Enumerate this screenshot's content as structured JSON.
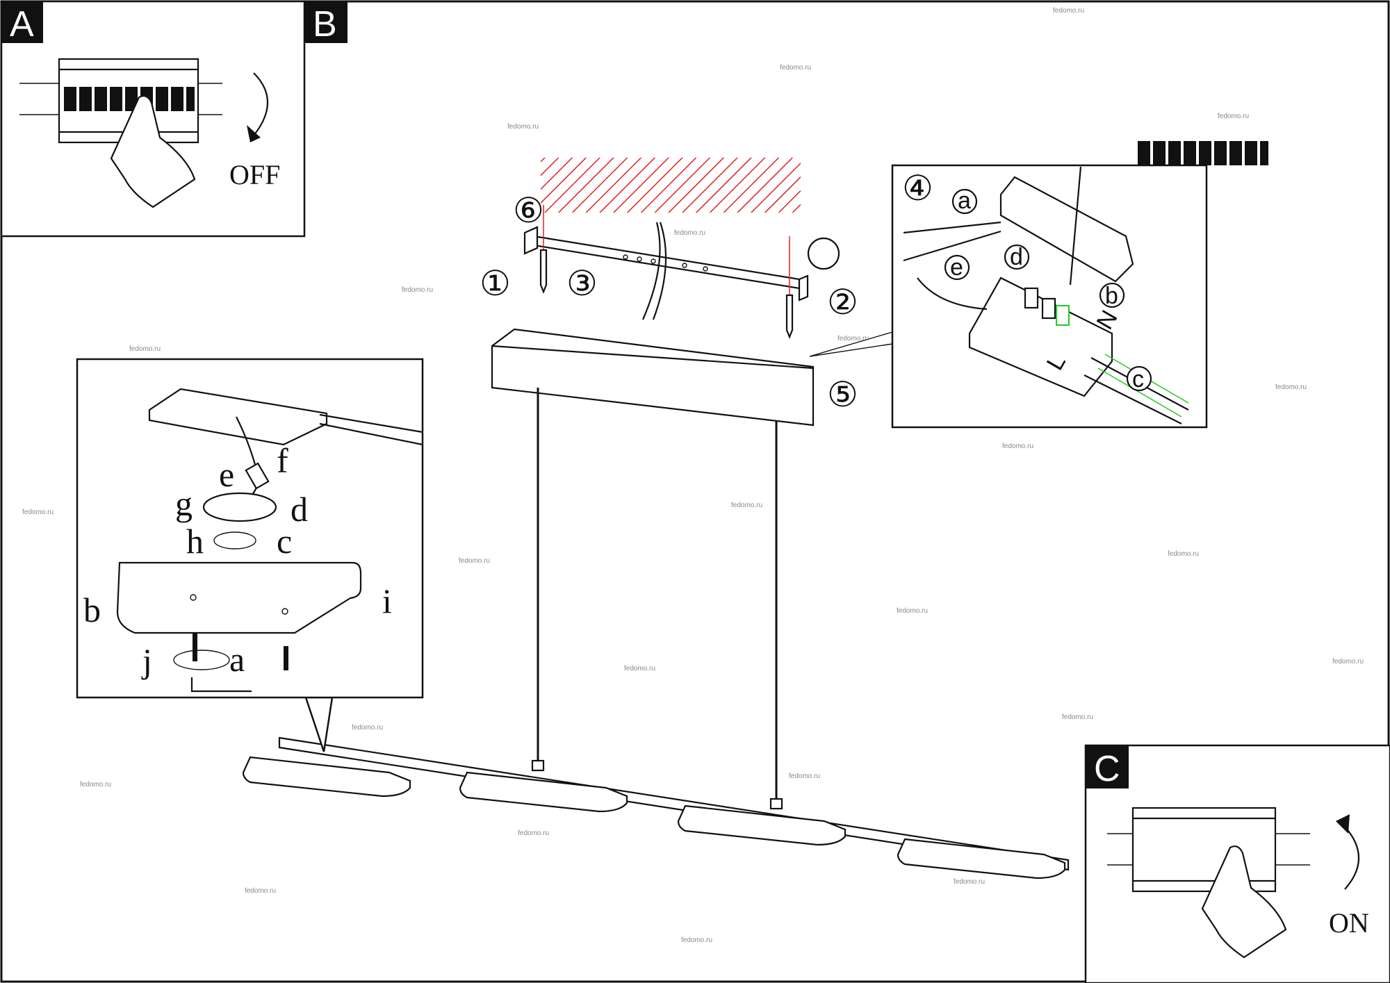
{
  "panels": {
    "A": {
      "label": "A",
      "switch_state": "OFF"
    },
    "B": {
      "label": "B"
    },
    "C": {
      "label": "C",
      "switch_state": "ON"
    }
  },
  "steps": {
    "s1": "①",
    "s2": "②",
    "s3": "③",
    "s5": "⑤",
    "s6": "⑥"
  },
  "detail_lamp": {
    "a": "a",
    "b": "b",
    "c": "c",
    "d": "d",
    "e": "e",
    "f": "f",
    "g": "g",
    "h": "h",
    "i": "i",
    "j": "j"
  },
  "detail_terminal": {
    "step": "④",
    "a": "a",
    "b": "b",
    "c": "c",
    "d": "d",
    "e": "e",
    "N": "N",
    "L": "L"
  },
  "watermark": "fedomo.ru",
  "colors": {
    "hatch": "#e02020",
    "wire_green": "#22cc22",
    "ink": "#111111"
  }
}
